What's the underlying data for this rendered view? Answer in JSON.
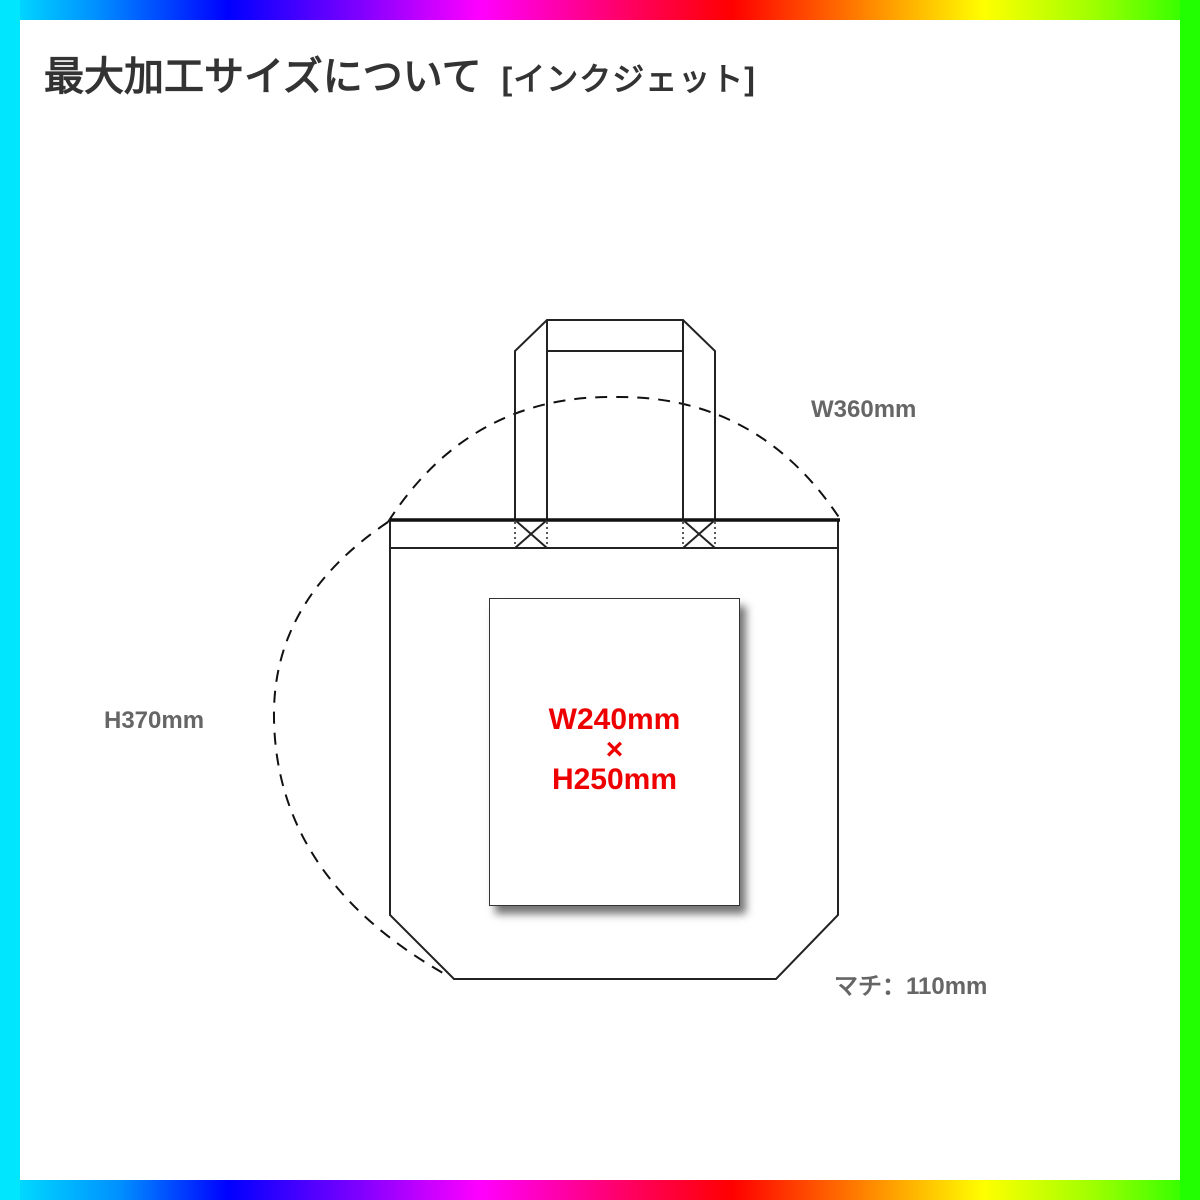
{
  "title": {
    "main": "最大加工サイズについて",
    "method": "[インクジェット]"
  },
  "dimensions": {
    "bag_width": "W360mm",
    "bag_height": "H370mm",
    "gusset": "マチ：110mm"
  },
  "print_area": {
    "width": "W240mm",
    "separator": "×",
    "height": "H250mm"
  },
  "colors": {
    "title": "#333333",
    "dimension_label": "#666666",
    "print_area_text": "#ee0000",
    "outline": "#222222"
  }
}
